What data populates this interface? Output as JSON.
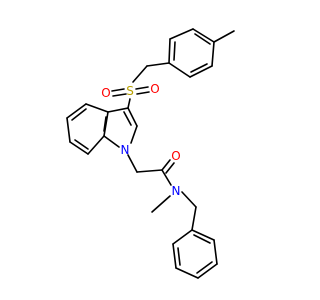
{
  "colors": {
    "background": "#ffffff",
    "bond": "#000000",
    "nitrogen": "#0000ff",
    "oxygen": "#ff0000",
    "sulfur": "#b8a000"
  },
  "atoms": {
    "sulfur": "S",
    "oxygen_left": "O",
    "oxygen_right": "O",
    "indole_nitrogen": "N",
    "carbonyl_oxygen": "O",
    "amide_nitrogen": "N"
  }
}
